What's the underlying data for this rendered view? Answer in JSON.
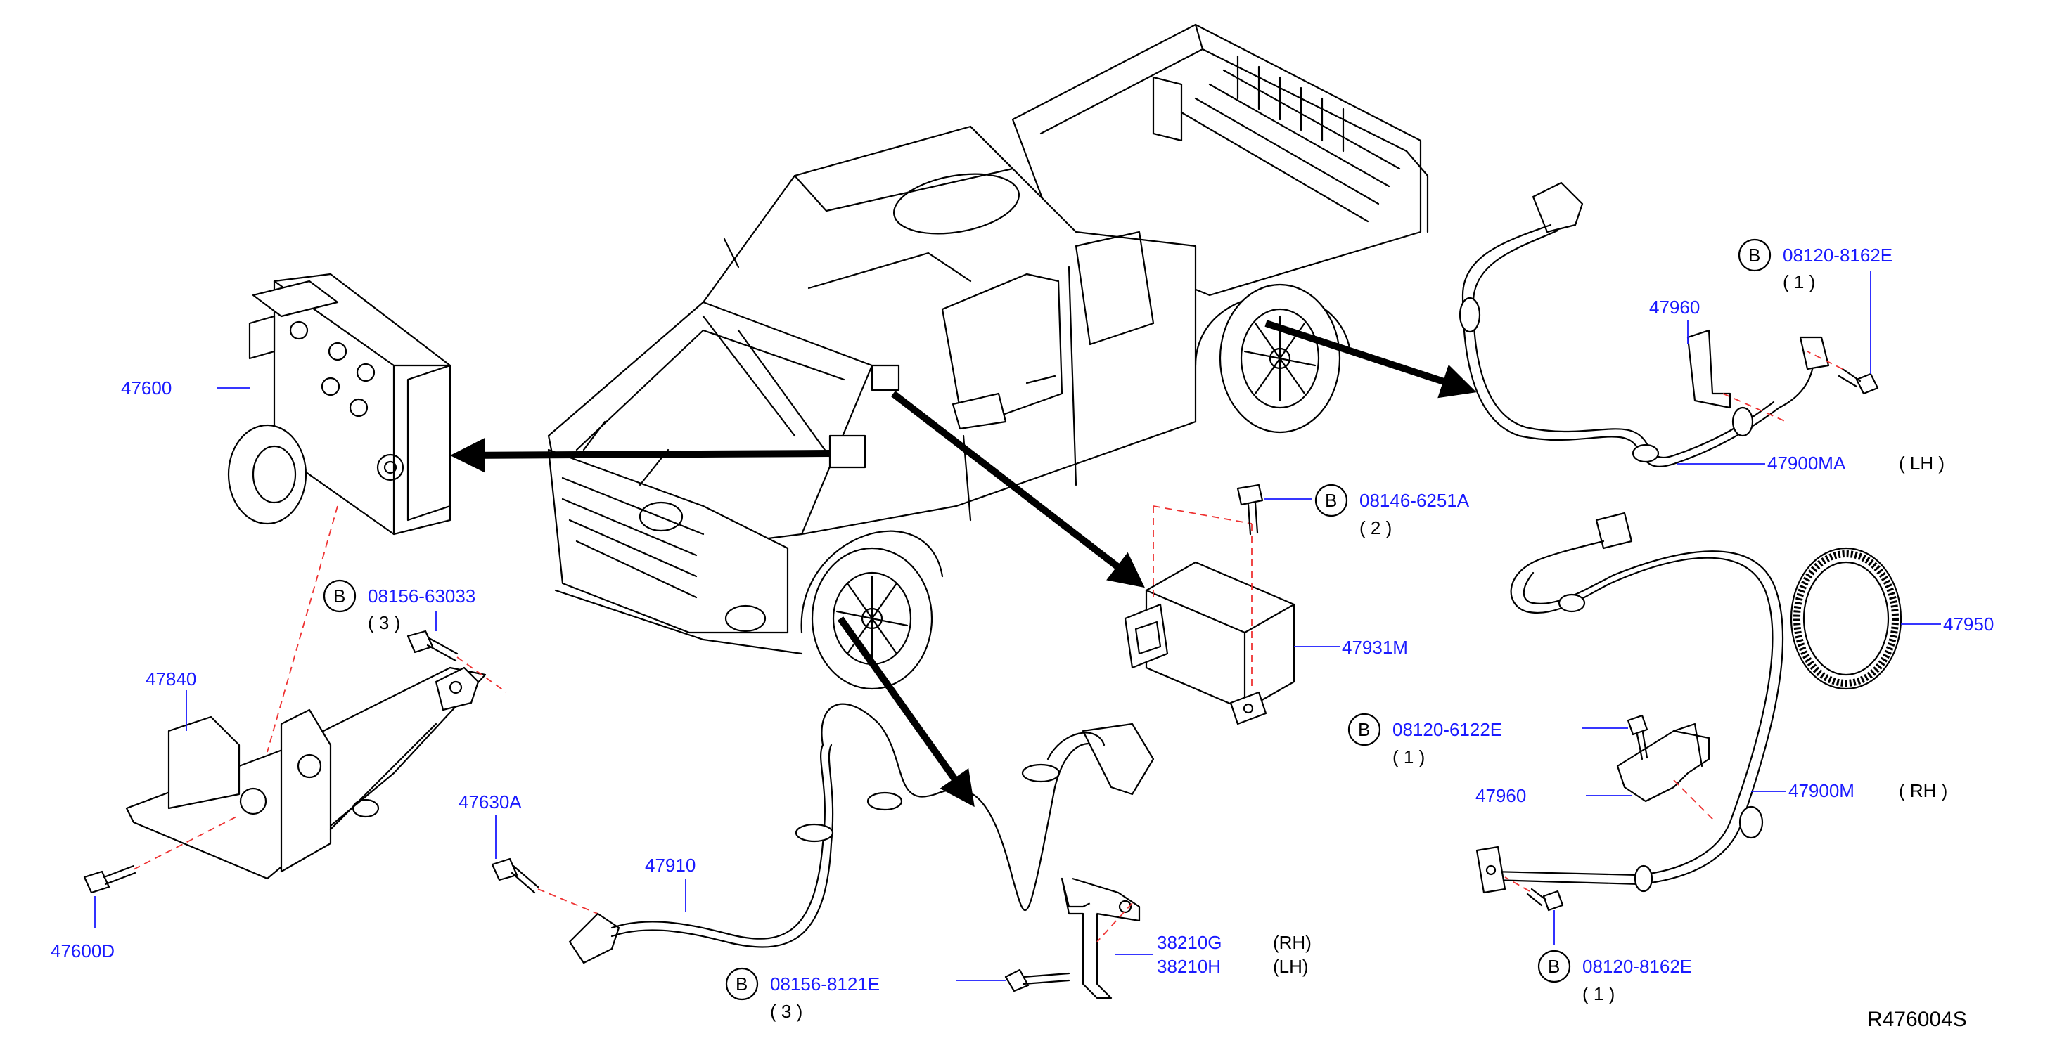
{
  "diagram_id": "R476004S",
  "b_mark": "B",
  "parts": {
    "abs_actuator": "47600",
    "bracket": "47840",
    "bracket_bolt": "47600D",
    "bolt_b1": "08156-63033",
    "bolt_b1_qty": "( 3 )",
    "front_bolt": "47630A",
    "front_sensor": "47910",
    "bolt_b2": "08156-8121E",
    "bolt_b2_qty": "( 3 )",
    "clamp_rh": "38210G",
    "clamp_lh": "38210H",
    "clamp_rh_side": "(RH)",
    "clamp_lh_side": "(LH)",
    "yaw_sensor": "47931M",
    "bolt_b3": "08146-6251A",
    "bolt_b3_qty": "( 2 )",
    "bolt_b4": "08120-6122E",
    "bolt_b4_qty": "( 1 )",
    "rear_bracket_upper": "47960",
    "rear_bracket_lower": "47960",
    "bolt_b5": "08120-8162E",
    "bolt_b5_qty": "( 1 )",
    "bolt_b6": "08120-8162E",
    "bolt_b6_qty": "( 1 )",
    "rear_sensor_lh": "47900MA",
    "rear_sensor_lh_side": "( LH )",
    "rear_sensor_rh": "47900M",
    "rear_sensor_rh_side": "( RH )",
    "sensor_rotor": "47950"
  }
}
